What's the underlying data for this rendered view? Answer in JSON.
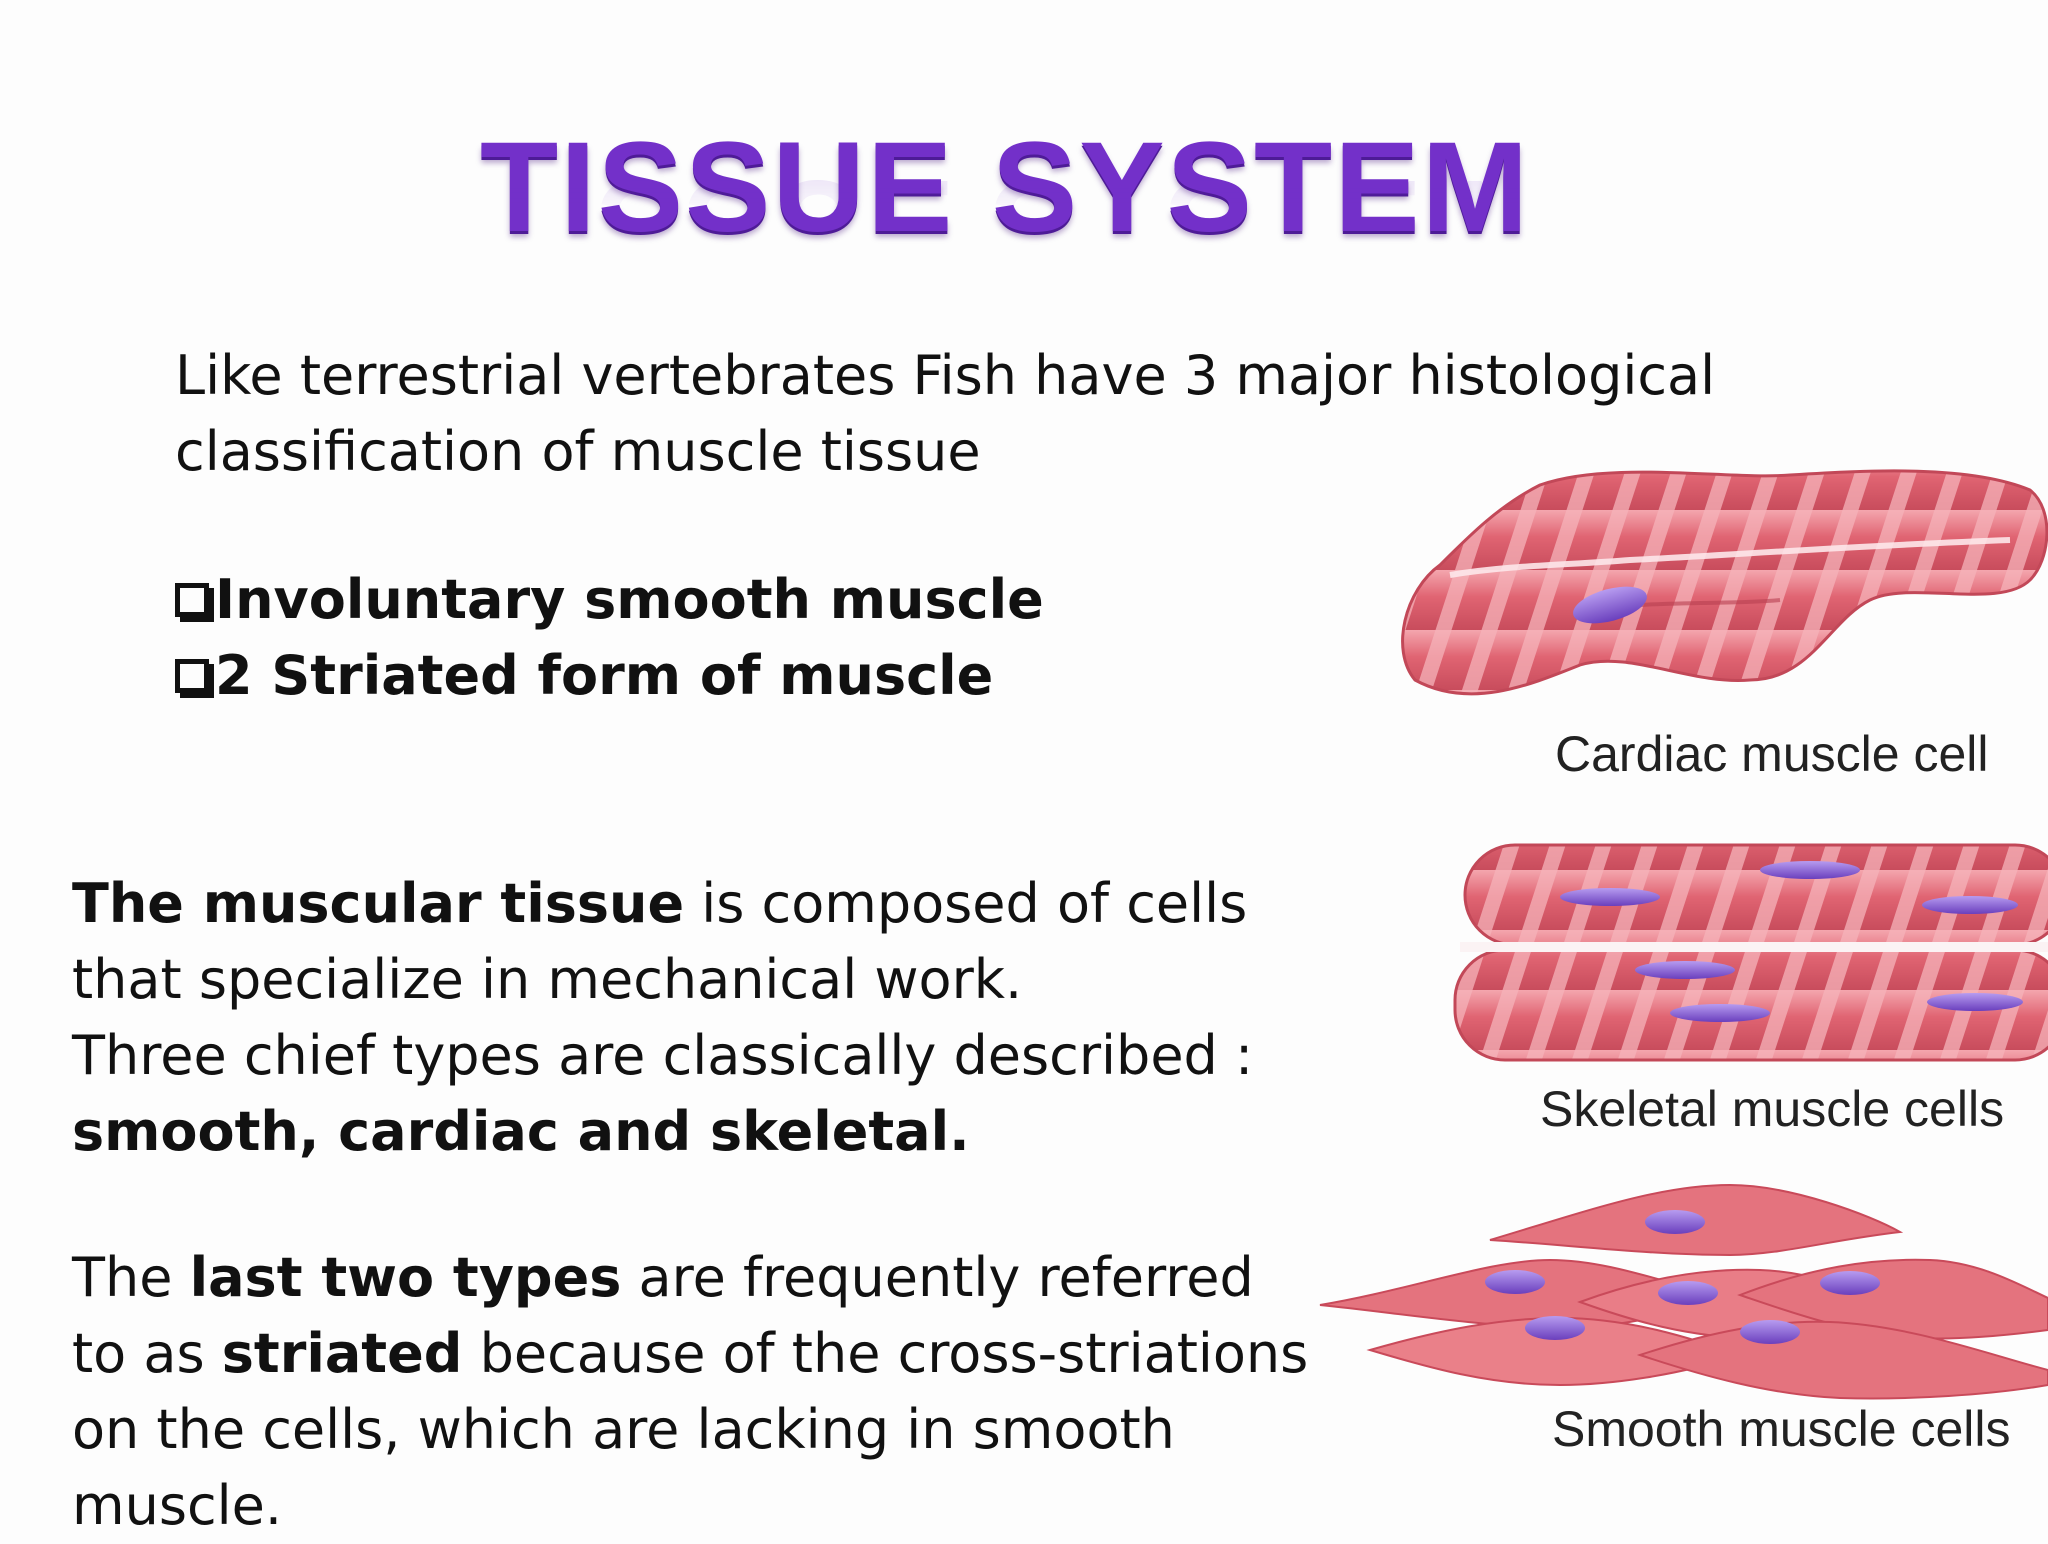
{
  "title": "TISSUE SYSTEM",
  "intro": "Like terrestrial vertebrates  Fish have 3 major histological classification of muscle tissue",
  "bullets": [
    "Involuntary smooth muscle",
    "2 Striated form of muscle"
  ],
  "paragraph1": {
    "bold_lead": "The muscular tissue",
    "text1": " is composed of cells that specialize in mechanical work.",
    "text2": " Three chief types are classically described :",
    "bold_end": "smooth, cardiac and skeletal."
  },
  "paragraph2": {
    "text1": " The ",
    "bold1": "last two types",
    "text2": " are frequently referred to as ",
    "bold2": "striated",
    "text3": " because of the cross-striations on the cells, which are lacking in  smooth muscle."
  },
  "figure": {
    "captions": {
      "cardiac": "Cardiac muscle cell",
      "skeletal": "Skeletal muscle cells",
      "smooth": "Smooth muscle cells"
    },
    "colors": {
      "muscle": "#e4737e",
      "muscle_dark": "#c94a5a",
      "muscle_light": "#f6b5bb",
      "nucleus": "#7a4fc8",
      "title": "#7330c9"
    }
  }
}
